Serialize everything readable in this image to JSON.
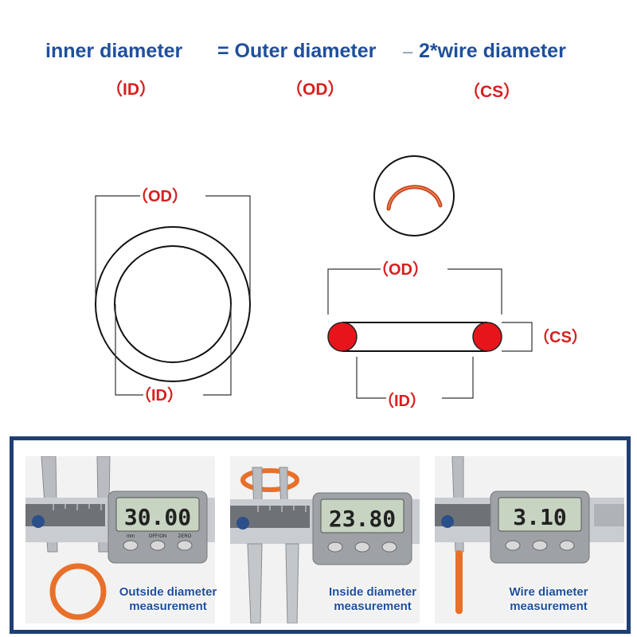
{
  "formula": {
    "inner": "inner diameter",
    "equals_outer": "= Outer diameter",
    "minus": "–",
    "wire": "2*wire diameter",
    "id_abbr": "（ID）",
    "od_abbr": "（OD）",
    "cs_abbr": "（CS）"
  },
  "diagram": {
    "left_od": "（OD）",
    "left_id": "（ID）",
    "right_od": "（OD）",
    "right_id": "（ID）",
    "right_cs": "（CS）"
  },
  "colors": {
    "title_blue": "#1f4f9c",
    "accent_red": "#d62020",
    "panel_border": "#1f3f73",
    "ring_orange": "#e8702a"
  },
  "measurements": [
    {
      "reading": "30.00",
      "caption_line1": "Outside diameter",
      "caption_line2": "measurement"
    },
    {
      "reading": "23.80",
      "caption_line1": "Inside diameter",
      "caption_line2": "measurement"
    },
    {
      "reading": "3.10",
      "caption_line1": "Wire diameter",
      "caption_line2": "measurement"
    }
  ],
  "caliper": {
    "button_left": "mm",
    "button_mid": "OFF/ON",
    "button_right": "ZERO"
  }
}
